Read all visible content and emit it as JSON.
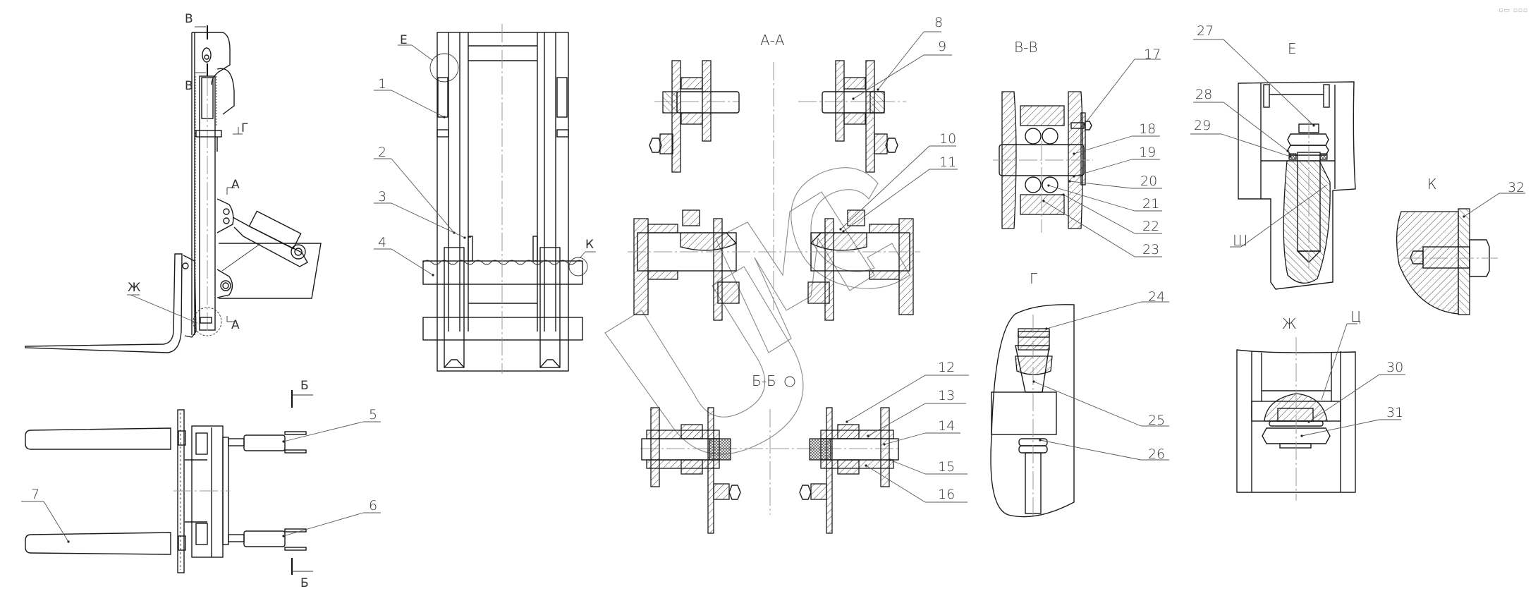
{
  "drawing": {
    "type": "technical-assembly-drawing",
    "watermark": "UMG",
    "views": {
      "section_aa": "А-А",
      "section_bb": "Б-Б",
      "section_vv": "В-В",
      "view_g": "Г",
      "detail_e": "Е",
      "detail_k": "К",
      "detail_zh": "Ж"
    },
    "section_marks": {
      "v": "В",
      "g": "Г",
      "a": "А",
      "b": "Б",
      "e": "Е",
      "k": "К",
      "zh": "Ж"
    },
    "callouts": [
      "1",
      "2",
      "3",
      "4",
      "5",
      "6",
      "7",
      "8",
      "9",
      "10",
      "11",
      "12",
      "13",
      "14",
      "15",
      "16",
      "17",
      "18",
      "19",
      "20",
      "21",
      "22",
      "23",
      "24",
      "25",
      "26",
      "27",
      "28",
      "29",
      "30",
      "31",
      "32"
    ],
    "special_marks": {
      "sh": "Ш",
      "ts": "Ц"
    }
  },
  "toolbar": {
    "icons": [
      "window-icon",
      "more-icon"
    ]
  }
}
